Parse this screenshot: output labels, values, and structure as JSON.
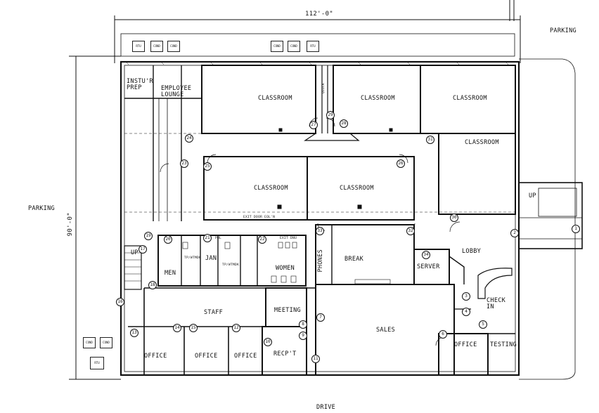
{
  "title_dimension": "112'-0\"",
  "side_dimension": "90'-0\"",
  "labels": {
    "parking_top": "PARKING",
    "parking_left": "PARKING",
    "drive": "DRIVE",
    "up_stair_right": "UP",
    "up_stair_left": "UP",
    "exit_note": "EXIT DOOR EQL'N"
  },
  "rooms": {
    "instr_prep": "INSTU'R\nPREP",
    "employee_lounge": "EMPLOYEE\nLOUNGE",
    "classroom_1": "CLASSROOM",
    "classroom_2": "CLASSROOM",
    "classroom_3": "CLASSROOM",
    "classroom_4": "CLASSROOM",
    "classroom_5": "CLASSROOM",
    "classroom_6": "CLASSROOM",
    "men": "MEN",
    "jan": "JAN",
    "women": "WOMEN",
    "phones": "PHONES",
    "break": "BREAK",
    "server": "SERVER",
    "lobby": "LOBBY",
    "check_in": "CHECK\nIN",
    "testing": "TESTING",
    "staff": "STAFF",
    "meeting": "MEETING",
    "sales": "SALES",
    "office_1": "OFFICE",
    "office_2": "OFFICE",
    "office_3": "OFFICE",
    "office_4": "OFFICE",
    "recpt": "RECP'T"
  },
  "door_tags": [
    "1",
    "2",
    "3",
    "4",
    "5",
    "6",
    "7",
    "8",
    "9",
    "10",
    "11",
    "12",
    "13",
    "14",
    "15",
    "16",
    "17",
    "18",
    "19",
    "20",
    "21",
    "22",
    "23",
    "24",
    "25",
    "26",
    "27",
    "28",
    "29",
    "30",
    "31",
    "32",
    "33",
    "34"
  ],
  "fixture_notes": {
    "tpwtmdk": "TP/WTMDK",
    "exit_dnu": "EXIT DNU",
    "jan_note": "PHL",
    "quick": "QUICK"
  },
  "rooftop_units_top_left": [
    "RTU",
    "COND",
    "COND"
  ],
  "rooftop_units_top_right": [
    "COND",
    "COND",
    "RTU"
  ],
  "rooftop_units_bottom_left": [
    "COND",
    "COND",
    "RTU"
  ]
}
